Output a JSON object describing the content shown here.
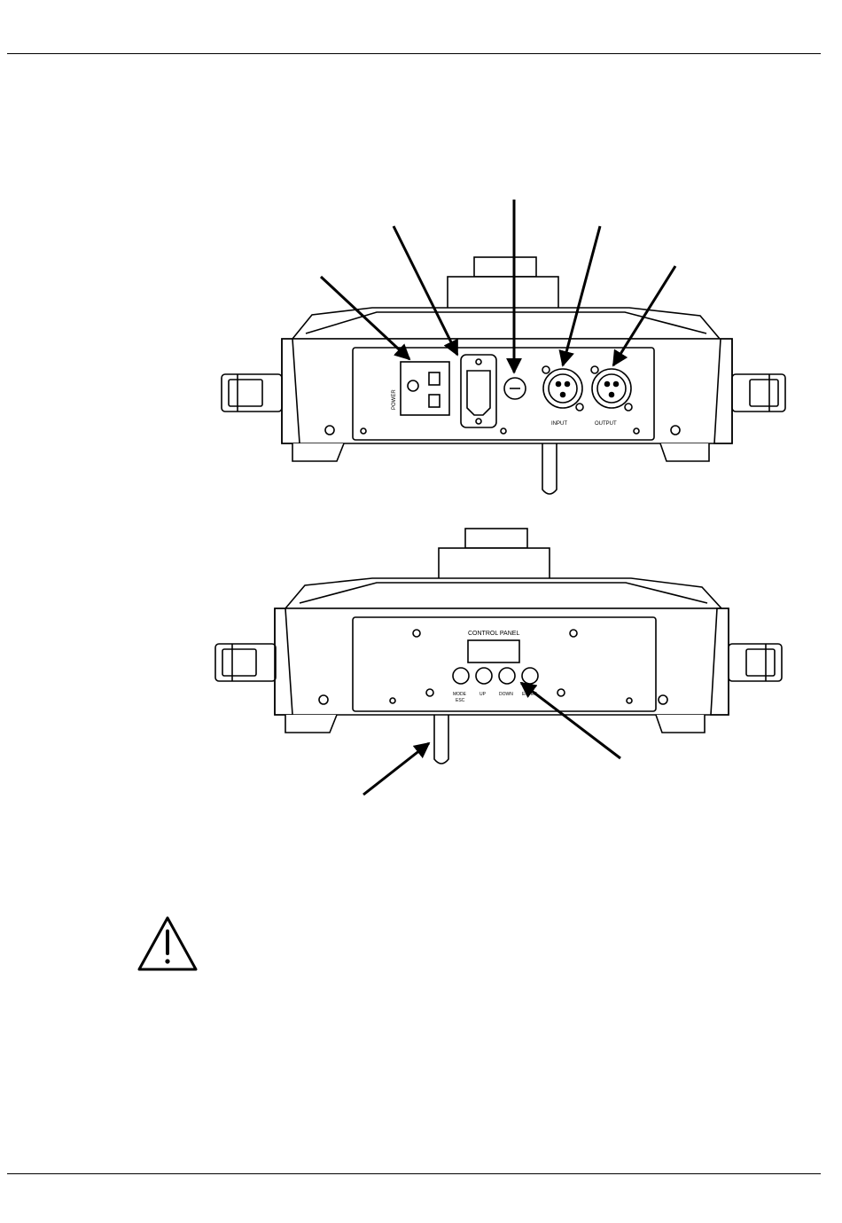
{
  "rear_panel": {
    "socket_label_power": "POWER",
    "socket_label_output": "OUTPUT",
    "dmx_input_label": "INPUT",
    "dmx_output_label": "OUTPUT"
  },
  "front_panel": {
    "control_panel_label": "CONTROL PANEL",
    "buttons": [
      {
        "label": "MODE",
        "sublabel": "ESC"
      },
      {
        "label": "UP",
        "sublabel": ""
      },
      {
        "label": "DOWN",
        "sublabel": ""
      },
      {
        "label": "ENTER",
        "sublabel": ""
      }
    ]
  },
  "warning": {
    "icon": "warning-triangle-icon"
  },
  "colors": {
    "ink": "#000000",
    "paper": "#ffffff",
    "shade": "#e6e6e6"
  }
}
